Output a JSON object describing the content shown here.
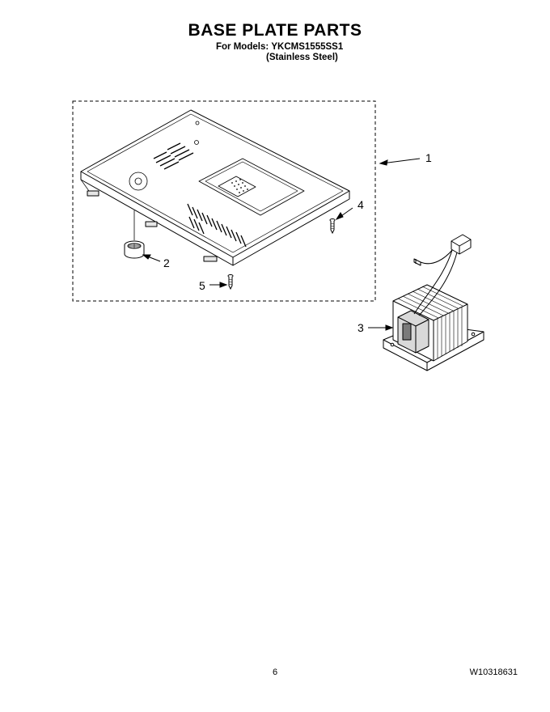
{
  "header": {
    "title": "BASE PLATE PARTS",
    "models_label": "For Models:",
    "model_number": "YKCMS1555SS1",
    "finish": "(Stainless Steel)"
  },
  "callouts": {
    "c1": "1",
    "c2": "2",
    "c3": "3",
    "c4": "4",
    "c5": "5"
  },
  "footer": {
    "page_number": "6",
    "document_number": "W10318631"
  }
}
